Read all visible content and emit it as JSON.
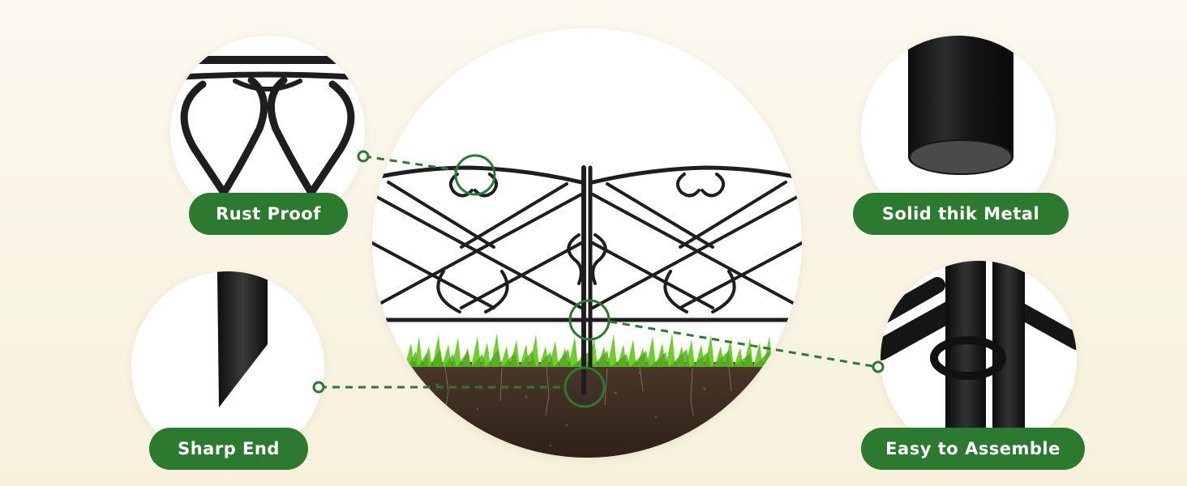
{
  "features": {
    "rust_proof": {
      "label": "Rust Proof",
      "icon": "scroll-loop-icon"
    },
    "solid_metal": {
      "label": "Solid thik Metal",
      "icon": "metal-rod-icon"
    },
    "sharp_end": {
      "label": "Sharp End",
      "icon": "spike-tip-icon"
    },
    "easy_assemble": {
      "label": "Easy to Assemble",
      "icon": "ring-clip-icon"
    }
  },
  "colors": {
    "accent_green": "#2c7a2f",
    "fence_black": "#1e1e1e",
    "soil_brown": "#3a2a20",
    "grass_green": "#6fcf2a"
  }
}
